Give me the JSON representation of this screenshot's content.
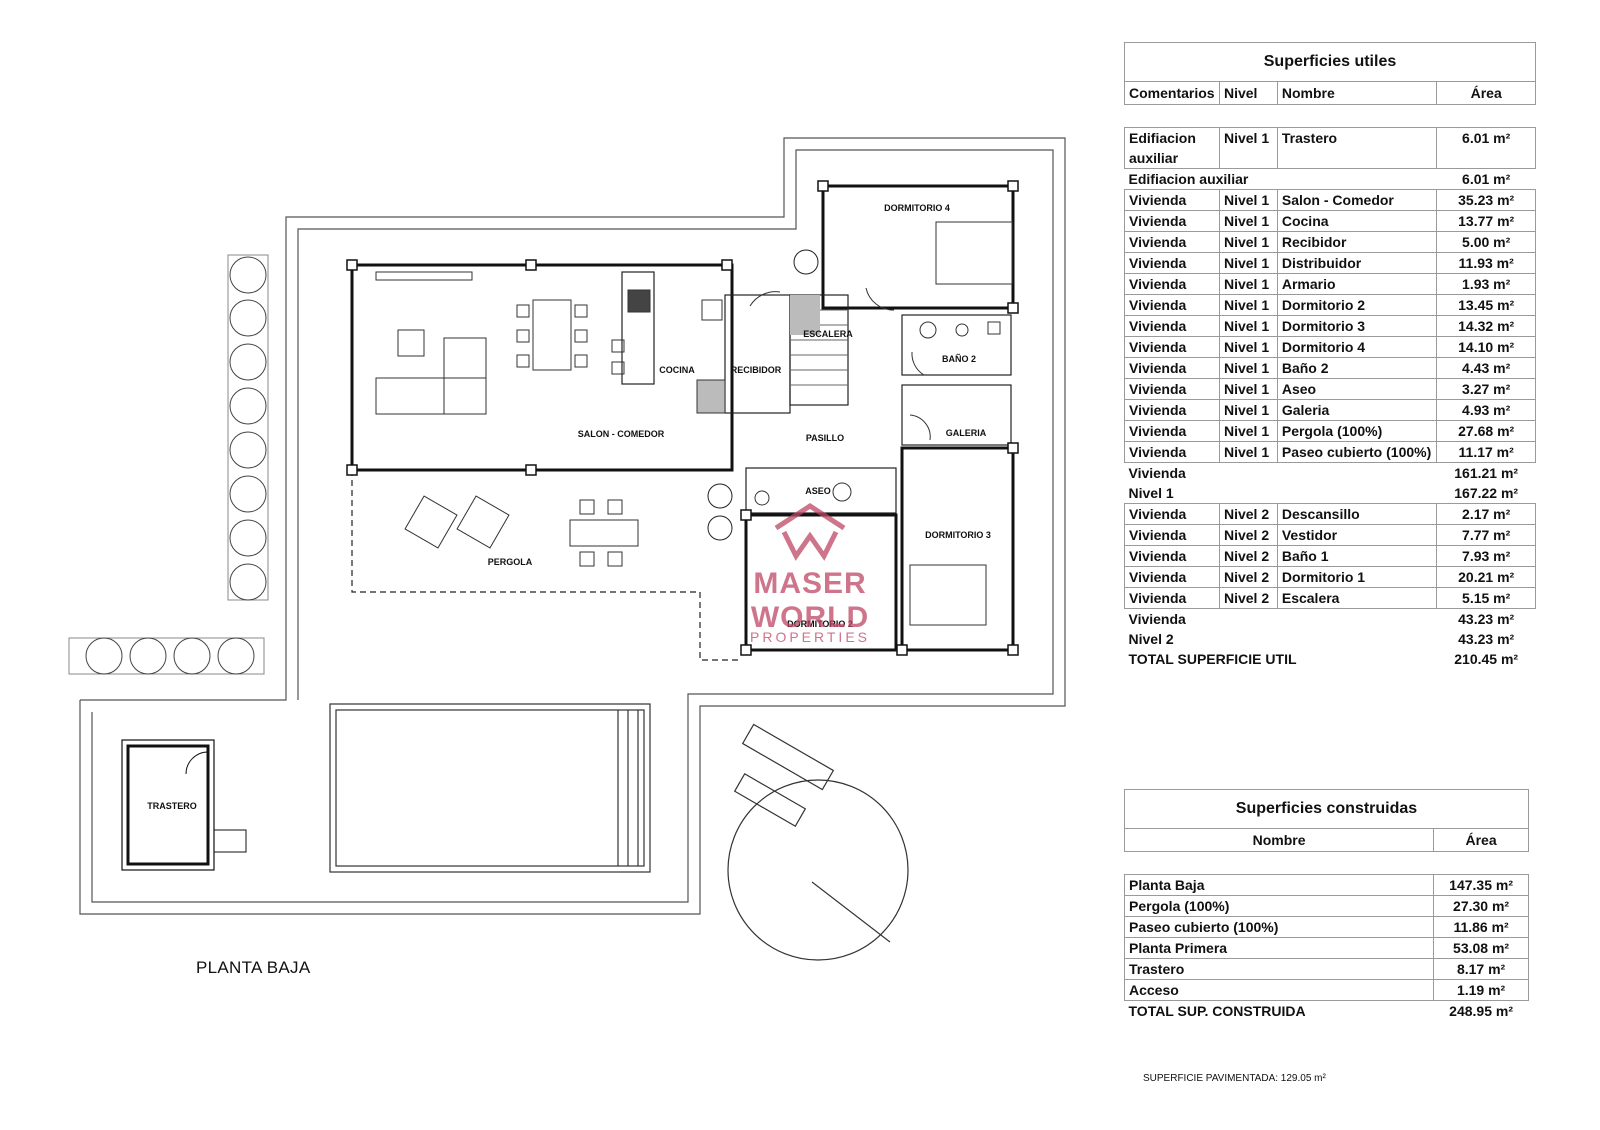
{
  "plan": {
    "title": "PLANTA BAJA",
    "rooms": {
      "dormitorio4": "DORMITORIO 4",
      "escalera": "ESCALERA",
      "cocina": "COCINA",
      "recibidor": "RECIBIDOR",
      "bano2": "BAÑO 2",
      "salon": "SALON - COMEDOR",
      "pasillo": "PASILLO",
      "galeria": "GALERIA",
      "aseo": "ASEO",
      "dormitorio3": "DORMITORIO 3",
      "pergola": "PERGOLA",
      "dormitorio2": "DORMITORIO 2",
      "trastero": "TRASTERO"
    }
  },
  "watermark": {
    "name": "MASER WORLD",
    "sub": "PROPERTIES",
    "color": "#be4664"
  },
  "utiles": {
    "title": "Superficies utiles",
    "headers": [
      "Comentarios",
      "Nivel",
      "Nombre",
      "Área"
    ],
    "rows": [
      {
        "c": "Edifiacion auxiliar",
        "n": "Nivel 1",
        "name": "Trastero",
        "a": "6.01 m²"
      },
      {
        "c": "Edifiacion auxiliar",
        "n": "",
        "name": "",
        "a": "6.01 m²",
        "subtotal": true
      },
      {
        "c": "Vivienda",
        "n": "Nivel 1",
        "name": "Salon - Comedor",
        "a": "35.23 m²"
      },
      {
        "c": "Vivienda",
        "n": "Nivel 1",
        "name": "Cocina",
        "a": "13.77 m²"
      },
      {
        "c": "Vivienda",
        "n": "Nivel 1",
        "name": "Recibidor",
        "a": "5.00 m²"
      },
      {
        "c": "Vivienda",
        "n": "Nivel 1",
        "name": "Distribuidor",
        "a": "11.93 m²"
      },
      {
        "c": "Vivienda",
        "n": "Nivel 1",
        "name": "Armario",
        "a": "1.93 m²"
      },
      {
        "c": "Vivienda",
        "n": "Nivel 1",
        "name": "Dormitorio 2",
        "a": "13.45 m²"
      },
      {
        "c": "Vivienda",
        "n": "Nivel 1",
        "name": "Dormitorio 3",
        "a": "14.32 m²"
      },
      {
        "c": "Vivienda",
        "n": "Nivel 1",
        "name": "Dormitorio 4",
        "a": "14.10 m²"
      },
      {
        "c": "Vivienda",
        "n": "Nivel 1",
        "name": "Baño 2",
        "a": "4.43 m²"
      },
      {
        "c": "Vivienda",
        "n": "Nivel 1",
        "name": "Aseo",
        "a": "3.27 m²"
      },
      {
        "c": "Vivienda",
        "n": "Nivel 1",
        "name": "Galeria",
        "a": "4.93 m²"
      },
      {
        "c": "Vivienda",
        "n": "Nivel 1",
        "name": "Pergola (100%)",
        "a": "27.68 m²"
      },
      {
        "c": "Vivienda",
        "n": "Nivel 1",
        "name": "Paseo cubierto (100%)",
        "a": "11.17 m²"
      },
      {
        "c": "Vivienda",
        "n": "",
        "name": "",
        "a": "161.21 m²",
        "subtotal": true
      },
      {
        "c": "Nivel 1",
        "n": "",
        "name": "",
        "a": "167.22 m²",
        "subtotal": true
      },
      {
        "c": "Vivienda",
        "n": "Nivel 2",
        "name": "Descansillo",
        "a": "2.17 m²"
      },
      {
        "c": "Vivienda",
        "n": "Nivel 2",
        "name": "Vestidor",
        "a": "7.77 m²"
      },
      {
        "c": "Vivienda",
        "n": "Nivel 2",
        "name": "Baño 1",
        "a": "7.93 m²"
      },
      {
        "c": "Vivienda",
        "n": "Nivel 2",
        "name": "Dormitorio 1",
        "a": "20.21 m²"
      },
      {
        "c": "Vivienda",
        "n": "Nivel 2",
        "name": "Escalera",
        "a": "5.15 m²"
      },
      {
        "c": "Vivienda",
        "n": "",
        "name": "",
        "a": "43.23 m²",
        "subtotal": true
      },
      {
        "c": "Nivel 2",
        "n": "",
        "name": "",
        "a": "43.23 m²",
        "subtotal": true
      },
      {
        "c": "TOTAL SUPERFICIE UTIL",
        "n": "",
        "name": "",
        "a": "210.45 m²",
        "subtotal": true
      }
    ]
  },
  "construidas": {
    "title": "Superficies construidas",
    "headers": [
      "Nombre",
      "Área"
    ],
    "rows": [
      {
        "name": "Planta Baja",
        "a": "147.35 m²"
      },
      {
        "name": "Pergola (100%)",
        "a": "27.30 m²"
      },
      {
        "name": "Paseo cubierto (100%)",
        "a": "11.86 m²"
      },
      {
        "name": "Planta Primera",
        "a": "53.08 m²"
      },
      {
        "name": "Trastero",
        "a": "8.17 m²"
      },
      {
        "name": "Acceso",
        "a": "1.19 m²"
      },
      {
        "name": "TOTAL SUP. CONSTRUIDA",
        "a": "248.95 m²",
        "total": true
      }
    ]
  },
  "footer": {
    "paved": "SUPERFICIE PAVIMENTADA: 129.05 m²"
  }
}
